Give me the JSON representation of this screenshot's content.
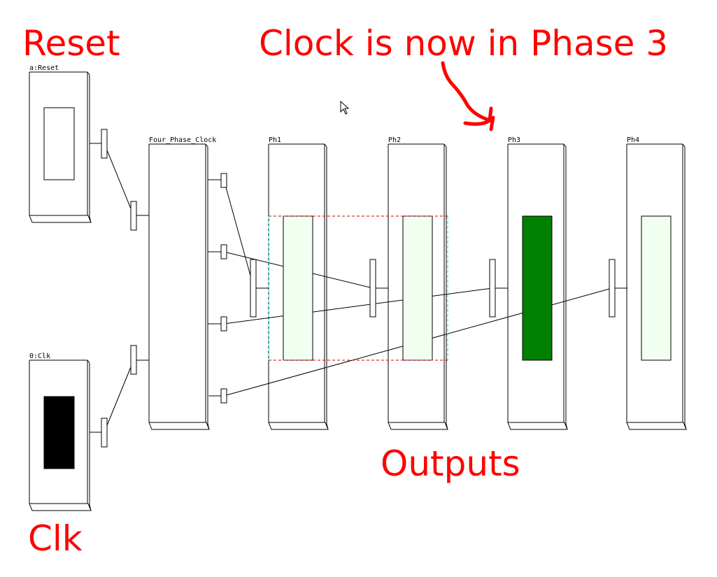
{
  "annotations": {
    "reset": "Reset",
    "clk": "Clk",
    "phase_note": "Clock is now in Phase 3",
    "outputs": "Outputs"
  },
  "components": {
    "reset": {
      "label": "a:Reset",
      "state": "off"
    },
    "clk": {
      "label": "0:Clk",
      "state": "on"
    },
    "clock": {
      "label": "Four_Phase_Clock"
    },
    "outputs": [
      {
        "label": "Ph1",
        "state": "off"
      },
      {
        "label": "Ph2",
        "state": "off"
      },
      {
        "label": "Ph3",
        "state": "on"
      },
      {
        "label": "Ph4",
        "state": "off"
      }
    ]
  },
  "colors": {
    "annotation": "#ff0000",
    "output_on": "#008000",
    "output_off": "#f0fff0",
    "input_on": "#000000",
    "input_off": "#ffffff",
    "selection_side": "#00e5ee",
    "selection_edge": "#d00000"
  }
}
